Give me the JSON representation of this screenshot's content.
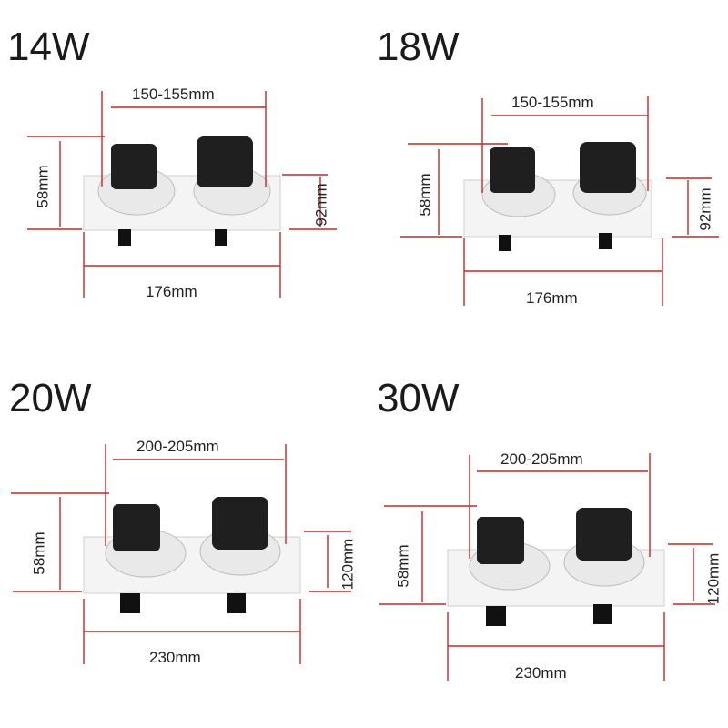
{
  "panels": [
    {
      "watt": "14W",
      "inner_width": "150-155mm",
      "height_left": "58mm",
      "depth_right": "92mm",
      "outer_width": "176mm"
    },
    {
      "watt": "18W",
      "inner_width": "150-155mm",
      "height_left": "58mm",
      "depth_right": "92mm",
      "outer_width": "176mm"
    },
    {
      "watt": "20W",
      "inner_width": "200-205mm",
      "height_left": "58mm",
      "depth_right": "120mm",
      "outer_width": "230mm"
    },
    {
      "watt": "30W",
      "inner_width": "200-205mm",
      "height_left": "58mm",
      "depth_right": "120mm",
      "outer_width": "230mm"
    }
  ],
  "colors": {
    "arrow": "#c62828",
    "frame": "#f2f2f2",
    "heatsink": "#1e1e1e",
    "ring": "#e6e6e6"
  }
}
